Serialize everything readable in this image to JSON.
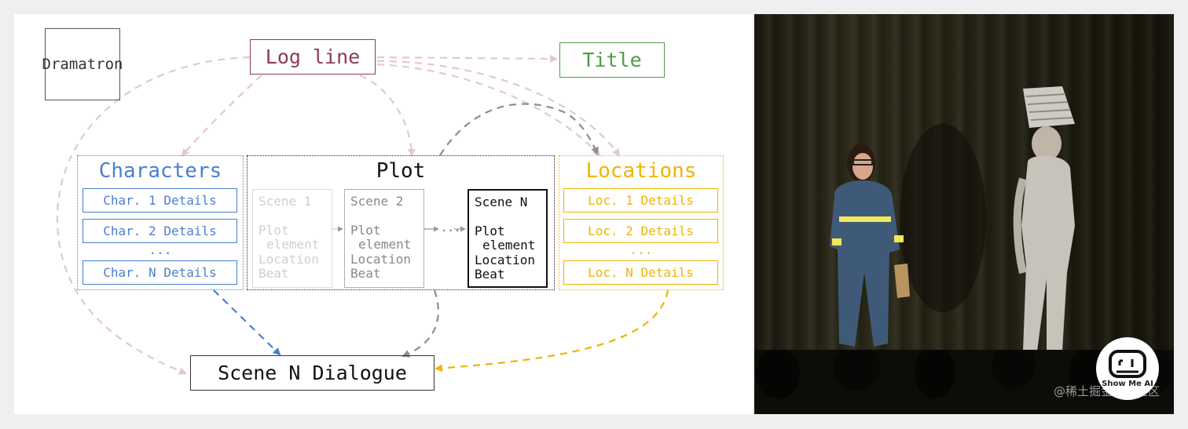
{
  "diagram": {
    "nodes": {
      "dramatron": "Dramatron",
      "log_line": "Log line",
      "title": "Title",
      "dialogue": "Scene N Dialogue"
    },
    "characters": {
      "title": "Characters",
      "items": [
        "Char. 1 Details",
        "Char. 2 Details",
        "Char. N Details"
      ],
      "ellipsis": "..."
    },
    "plot": {
      "title": "Plot",
      "scenes": [
        {
          "name": "Scene 1",
          "lines": [
            "Plot",
            "element",
            "Location",
            "Beat"
          ]
        },
        {
          "name": "Scene 2",
          "lines": [
            "Plot",
            "element",
            "Location",
            "Beat"
          ]
        },
        {
          "name": "Scene N",
          "lines": [
            "Plot",
            "element",
            "Location",
            "Beat"
          ]
        }
      ],
      "ellipsis": "···"
    },
    "locations": {
      "title": "Locations",
      "items": [
        "Loc. 1 Details",
        "Loc. 2 Details",
        "Loc. N Details"
      ],
      "ellipsis": "..."
    },
    "colors": {
      "log_line": "#8c3a5a",
      "title": "#4e9c46",
      "characters": "#4a7fd0",
      "locations": "#f0b400",
      "faint_arrow": "#e3c8d1",
      "gray_arrow": "#8e8e8e"
    }
  },
  "photo": {
    "logo_text": "Show Me AI",
    "watermark": "@稀土掘金技术社区"
  }
}
